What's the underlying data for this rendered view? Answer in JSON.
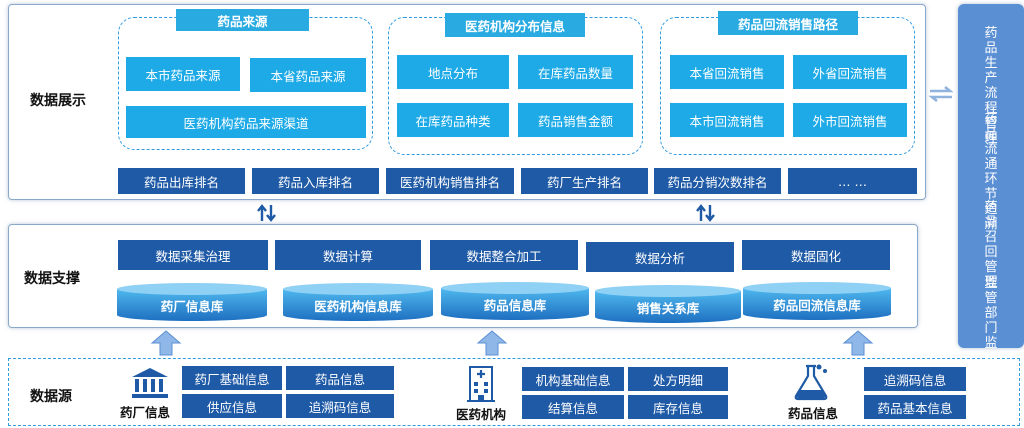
{
  "layers": {
    "display": "数据展示",
    "support": "数据支撑",
    "source": "数据源"
  },
  "groups": [
    {
      "title": "药品来源",
      "items": [
        "本市药品来源",
        "本省药品来源",
        "医药机构药品来源渠道"
      ]
    },
    {
      "title": "医药机构分布信息",
      "items": [
        "地点分布",
        "在库药品数量",
        "在库药品种类",
        "药品销售金额"
      ]
    },
    {
      "title": "药品回流销售路径",
      "items": [
        "本省回流销售",
        "外省回流销售",
        "本市回流销售",
        "外市回流销售"
      ]
    }
  ],
  "rankings": [
    "药品出库排名",
    "药品入库排名",
    "医药机构销售排名",
    "药厂生产排名",
    "药品分销次数排名",
    "… …"
  ],
  "support_processes": [
    "数据采集治理",
    "数据计算",
    "数据整合加工",
    "数据分析",
    "数据固化"
  ],
  "databases": [
    "药厂信息库",
    "医药机构信息库",
    "药品信息库",
    "销售关系库",
    "药品回流信息库"
  ],
  "sources": [
    {
      "label": "药厂信息",
      "icon": "factory-bank-icon",
      "items": [
        "药厂基础信息",
        "药品信息",
        "供应信息",
        "追溯码信息"
      ]
    },
    {
      "label": "医药机构",
      "icon": "hospital-building-icon",
      "items": [
        "机构基础信息",
        "处方明细",
        "结算信息",
        "库存信息"
      ]
    },
    {
      "label": "药品信息",
      "icon": "lab-flask-icon",
      "items": [
        "追溯码信息",
        "药品基本信息"
      ]
    }
  ],
  "sidebar": [
    "药品生产流程管理",
    "药品流通环节追溯",
    "药品召回管理",
    "监管部门监督"
  ],
  "colors": {
    "light_box": "#1eaae7",
    "dark_box": "#1f5aa6",
    "sidebar": "#5b8fd4",
    "arrow": "#6fa3d9",
    "dashed": "#2f9be0"
  }
}
